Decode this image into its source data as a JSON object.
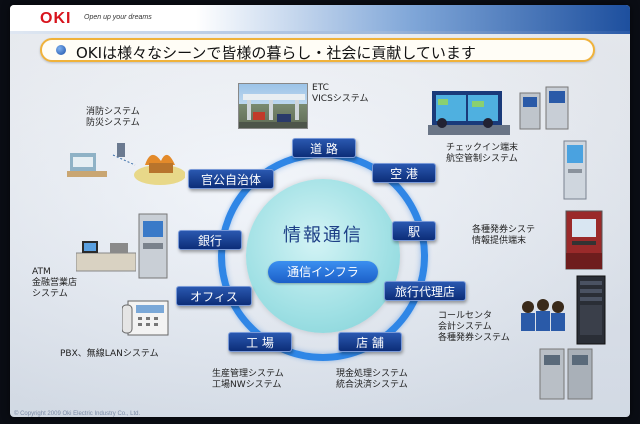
{
  "header": {
    "logo": "OKI",
    "tagline": "Open up your dreams"
  },
  "title": "OKIは様々なシーンで皆様の暮らし・社会に貢献しています",
  "center": {
    "title": "情報通信",
    "pill": "通信インフラ"
  },
  "sectors": {
    "road": "道 路",
    "airport": "空 港",
    "station": "駅",
    "travel": "旅行代理店",
    "store": "店 舗",
    "factory": "工 場",
    "office": "オフィス",
    "bank": "銀行",
    "government": "官公自治体"
  },
  "captions": {
    "etc": [
      "ETC",
      "VICSシステム"
    ],
    "disaster": [
      "消防システム",
      "防災システム"
    ],
    "airport": [
      "チェックイン端末",
      "航空管制システム"
    ],
    "station": [
      "各種発券システ",
      "情報提供端末"
    ],
    "callcenter": [
      "コールセンタ",
      "会計システム",
      "各種発券システム"
    ],
    "store": [
      "現金処理システム",
      "統合決済システム"
    ],
    "factory": [
      "生産管理システム",
      "工場NWシステム"
    ],
    "pbx": "PBX、無線LANシステム",
    "atm": [
      "ATM",
      "金融営業店",
      "システム"
    ]
  },
  "footer": "© Copyright 2009 Oki Electric Industry Co., Ltd.",
  "colors": {
    "accent_red": "#d8141d",
    "sector_blue": "#0c2d78",
    "ring_blue": "#2f86e6",
    "center_cyan": "#9fe0e4",
    "title_border": "#f0b23a"
  }
}
